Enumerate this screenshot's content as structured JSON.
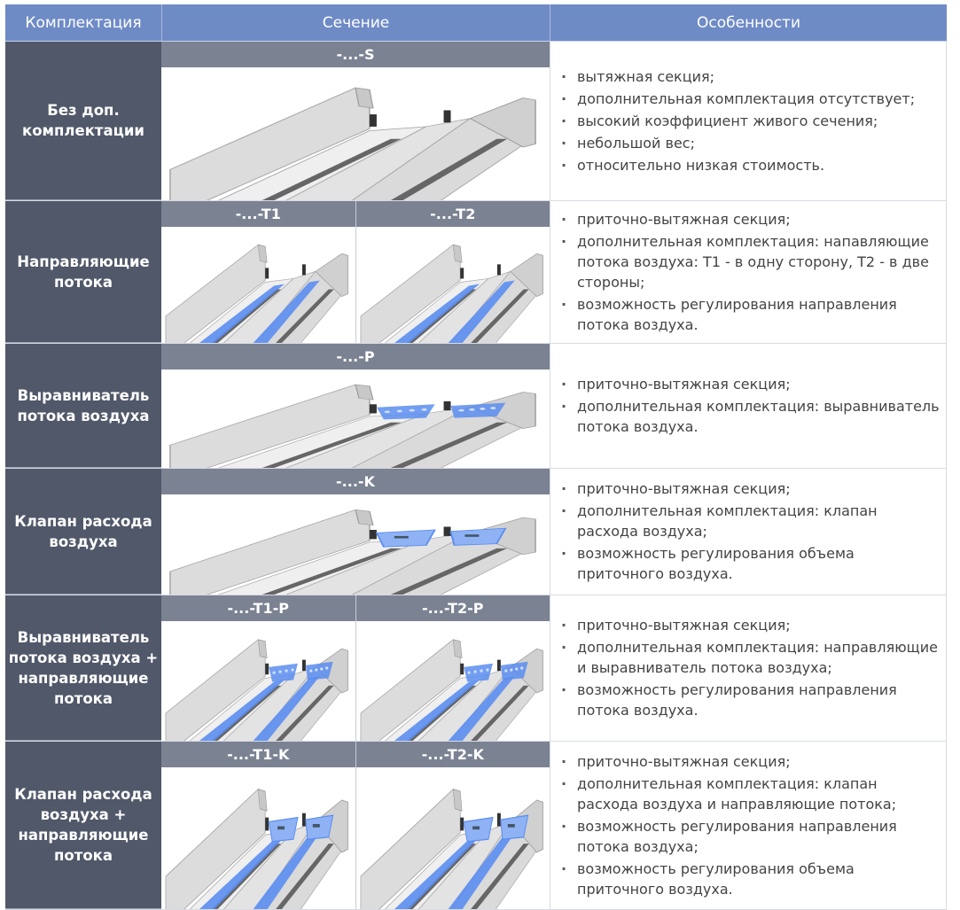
{
  "header": {
    "col_config": "Комплектация",
    "col_section": "Сечение",
    "col_features": "Особенности"
  },
  "colors": {
    "header_bg": "#6f8bc6",
    "label_bg": "#505869",
    "code_bg": "#7b8292",
    "accent_blue": "#5b8def"
  },
  "rows": [
    {
      "label": "Без доп. комплектации",
      "variants": [
        {
          "code": "-...-S",
          "image": "profile-plain"
        }
      ],
      "features": [
        "вытяжная секция;",
        "дополнительная комплектация отсутствует;",
        "высокий коэффициент живого сечения;",
        "небольшой вес;",
        "относительно низкая стоимость."
      ]
    },
    {
      "label": "Направляющие потока",
      "variants": [
        {
          "code": "-...-T1",
          "image": "profile-guides-t1"
        },
        {
          "code": "-...-T2",
          "image": "profile-guides-t2"
        }
      ],
      "features": [
        "приточно-вытяжная секция;",
        "дополнительная комплектация: напавляющие потока воздуха: T1 - в одну сторону, T2 - в две стороны;",
        "возможность регулирования направления потока воздуха."
      ]
    },
    {
      "label": "Выравниватель потока воздуха",
      "variants": [
        {
          "code": "-...-P",
          "image": "profile-equalizer"
        }
      ],
      "features": [
        "приточно-вытяжная секция;",
        "дополнительная комплектация: выравниватель потока воздуха."
      ]
    },
    {
      "label": "Клапан расхода воздуха",
      "variants": [
        {
          "code": "-...-K",
          "image": "profile-valve"
        }
      ],
      "features": [
        "приточно-вытяжная секция;",
        "дополнительная комплектация: клапан расхода воздуха;",
        "возможность регулирования объема приточного воздуха."
      ]
    },
    {
      "label": "Выравниватель потока воздуха + направляющие потока",
      "variants": [
        {
          "code": "-...-T1-P",
          "image": "profile-equalizer-guides-t1"
        },
        {
          "code": "-...-T2-P",
          "image": "profile-equalizer-guides-t2"
        }
      ],
      "features": [
        "приточно-вытяжная секция;",
        "дополнительная комплектация: направляющие и выравниватель потока воздуха;",
        "возможность регулирования направления потока воздуха."
      ]
    },
    {
      "label": "Клапан расхода воздуха + направляющие потока",
      "variants": [
        {
          "code": "-...-T1-K",
          "image": "profile-valve-guides-t1"
        },
        {
          "code": "-...-T2-K",
          "image": "profile-valve-guides-t2"
        }
      ],
      "features": [
        "приточно-вытяжная секция;",
        "дополнительная комплектация: клапан расхода воздуха и направляющие потока;",
        "возможность регулирования направления потока воздуха;",
        "возможность регулирования объема приточного воздуха."
      ]
    }
  ]
}
